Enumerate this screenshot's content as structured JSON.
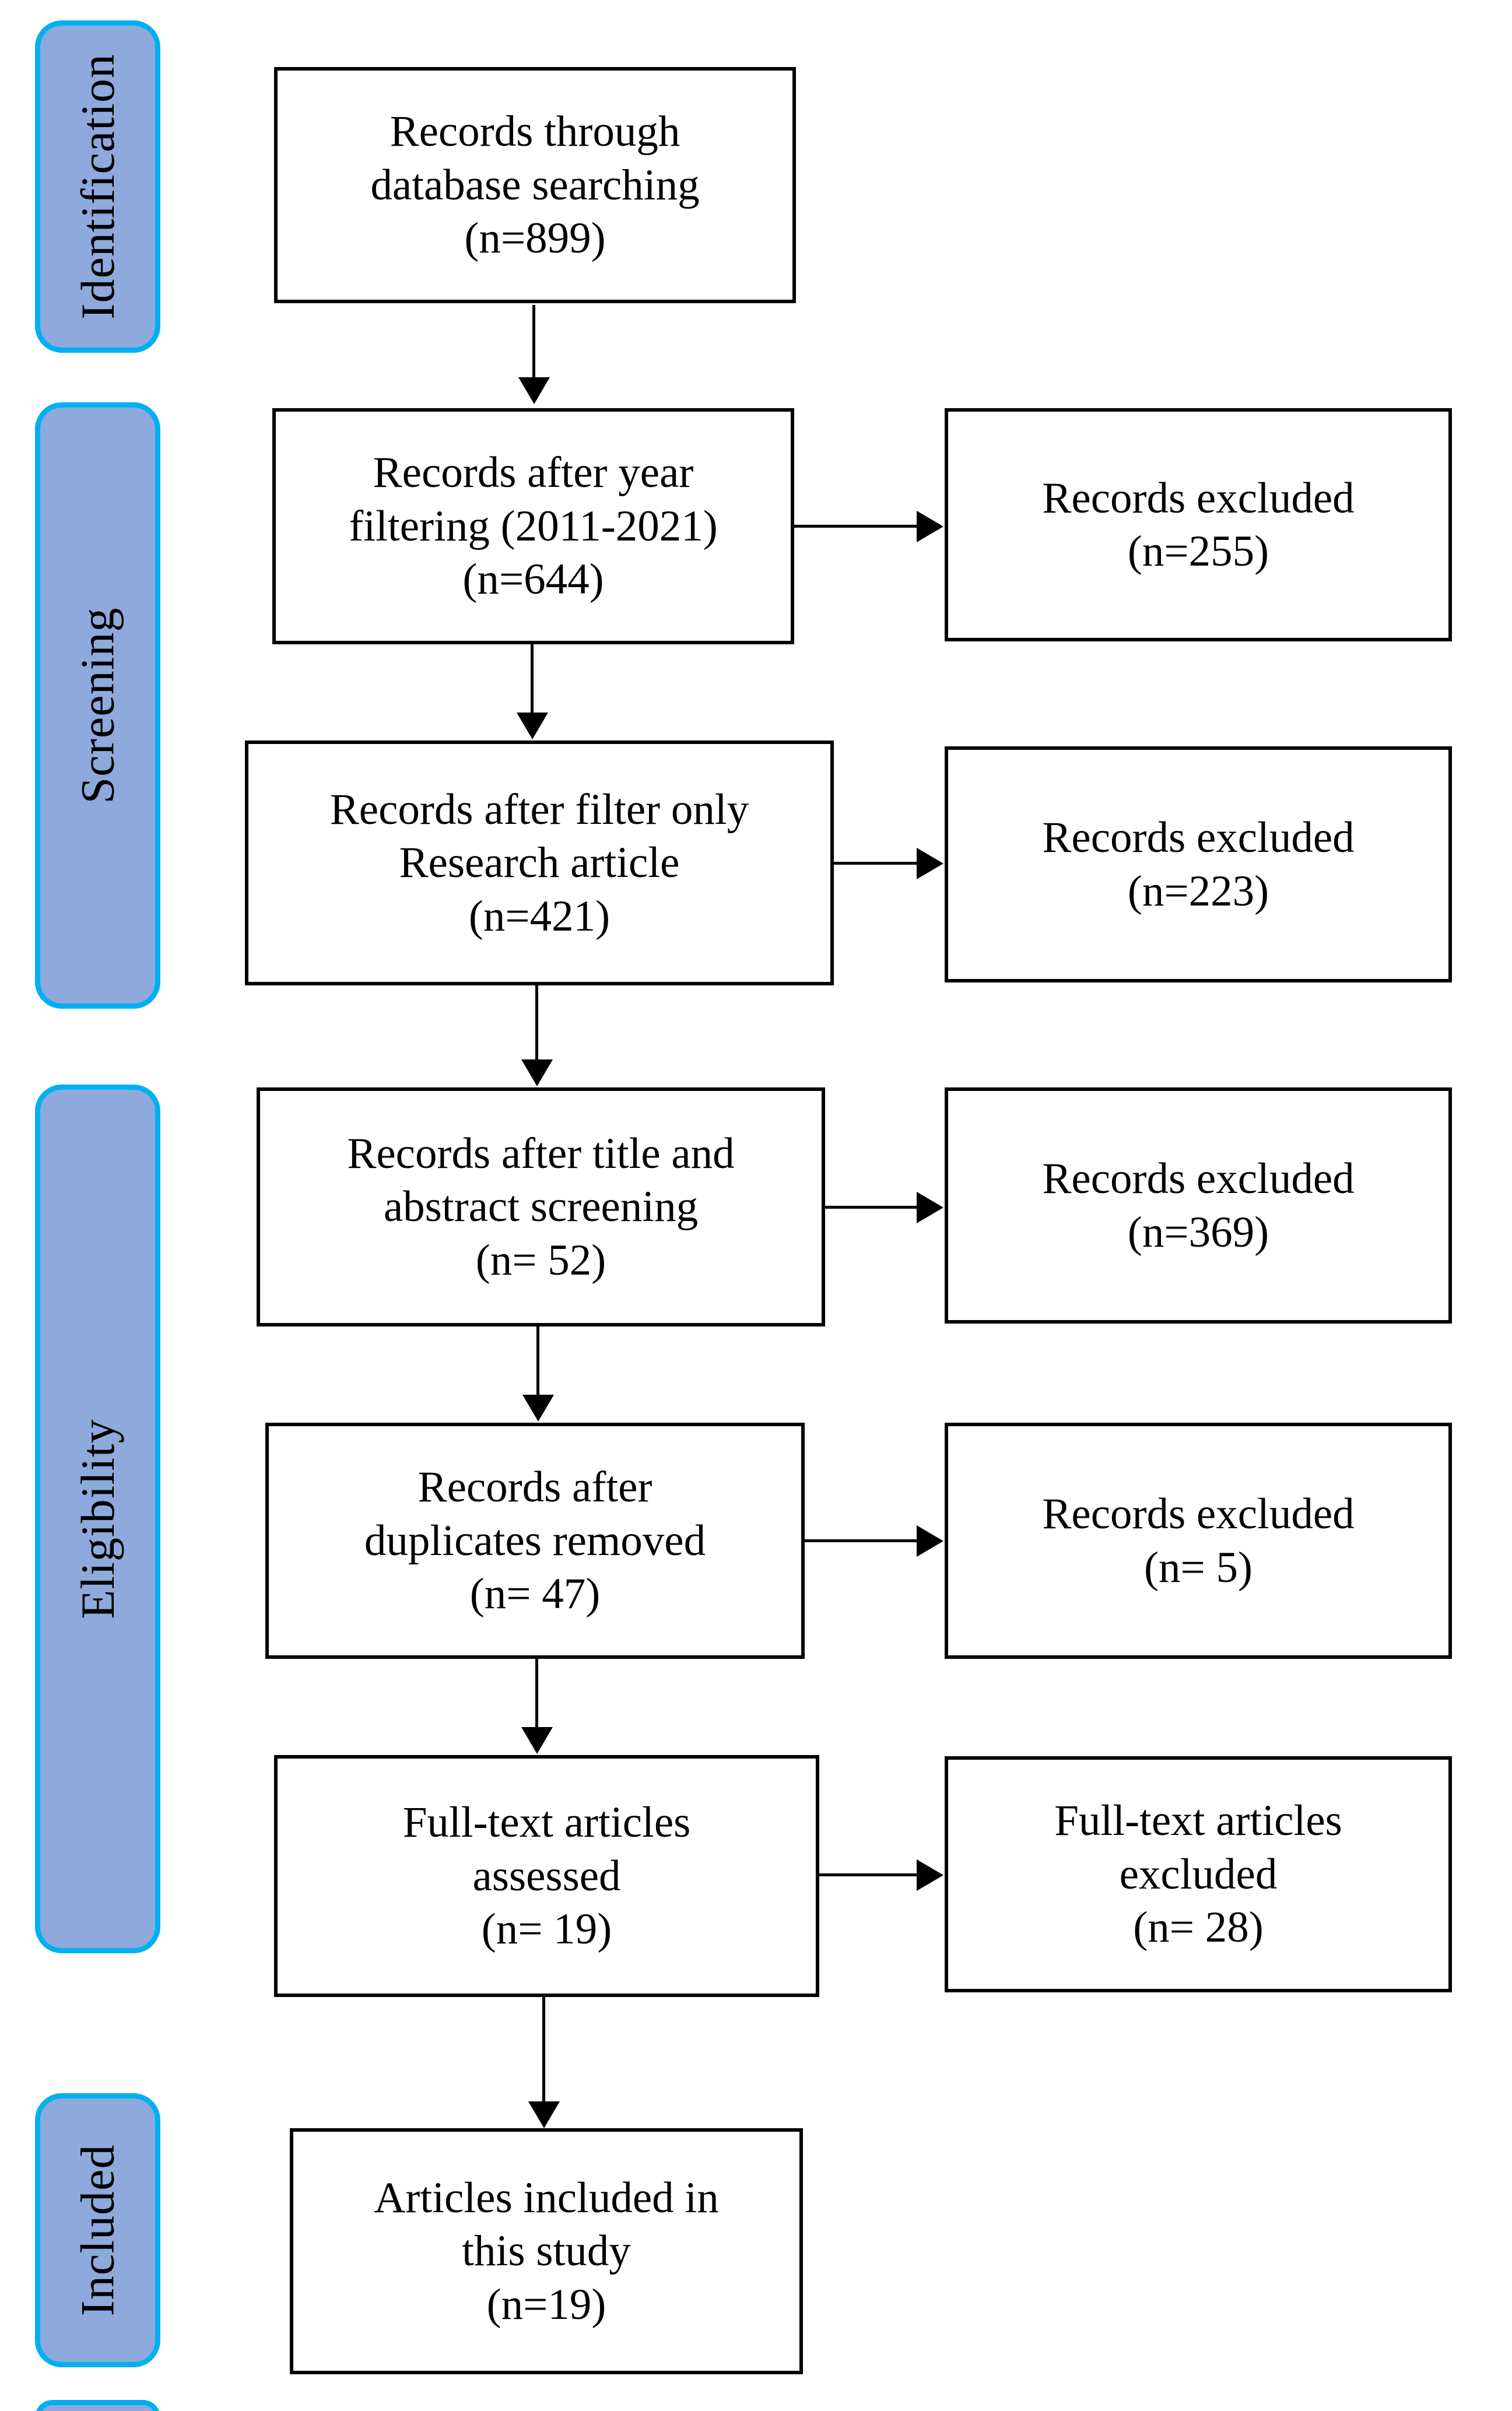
{
  "diagram": {
    "stages": [
      {
        "label": "Identification"
      },
      {
        "label": "Screening"
      },
      {
        "label": "Eligibility"
      },
      {
        "label": "Included"
      }
    ],
    "main_flow": [
      {
        "lines": [
          "Records through",
          "database searching",
          "(n=899)"
        ]
      },
      {
        "lines": [
          "Records after year",
          "filtering (2011-2021)",
          "(n=644)"
        ]
      },
      {
        "lines": [
          "Records after filter only",
          "Research article",
          "(n=421)"
        ]
      },
      {
        "lines": [
          "Records after title and",
          "abstract screening",
          "(n= 52)"
        ]
      },
      {
        "lines": [
          "Records after",
          "duplicates removed",
          "(n= 47)"
        ]
      },
      {
        "lines": [
          "Full-text articles",
          "assessed",
          "(n= 19)"
        ]
      },
      {
        "lines": [
          "Articles included in",
          "this study",
          "(n=19)"
        ]
      }
    ],
    "excluded_flow": [
      {
        "lines": [
          "Records excluded",
          "(n=255)"
        ]
      },
      {
        "lines": [
          "Records excluded",
          "(n=223)"
        ]
      },
      {
        "lines": [
          "Records excluded",
          "(n=369)"
        ]
      },
      {
        "lines": [
          "Records excluded",
          "(n= 5)"
        ]
      },
      {
        "lines": [
          "Full-text articles",
          "excluded",
          "(n= 28)"
        ]
      }
    ],
    "colors": {
      "stage_fill": "#8EA9DB",
      "stage_border": "#00B0F0",
      "box_border": "#000000",
      "text": "#000000",
      "background": "#FFFFFF"
    }
  }
}
